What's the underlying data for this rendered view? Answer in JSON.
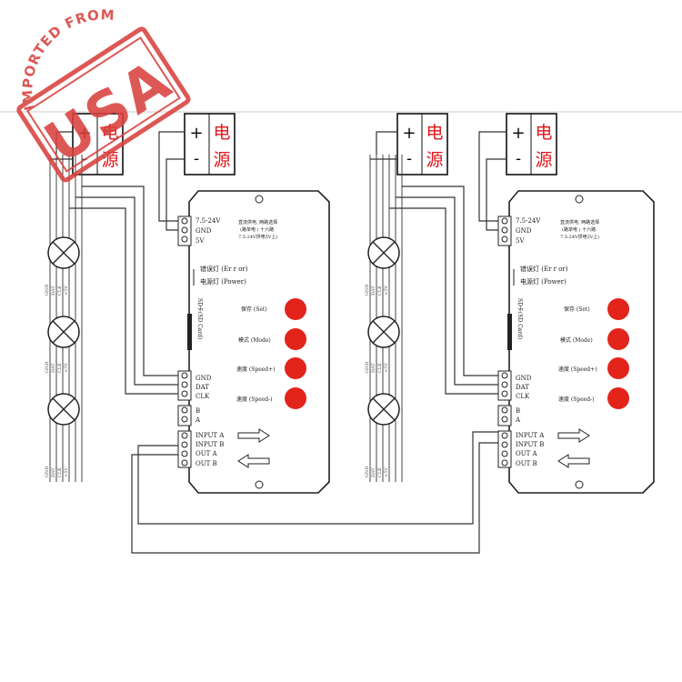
{
  "stamp": {
    "ring_text": "IMPORTED FROM",
    "big_text": "USA",
    "color": "#d9413e"
  },
  "power_block": {
    "plus": "+",
    "minus": "-",
    "label_top": "电",
    "label_bottom": "源",
    "label_color": "#e0141b"
  },
  "controller": {
    "power_in": [
      "7.5-24V",
      "GND",
      "5V"
    ],
    "note_line1": "直流供电, 两路选择",
    "note_line2": "(路单电 ( 十六路",
    "note_line3": "7.5-24V供电5V上)",
    "indicator_error": "错误灯 (Er r or)",
    "indicator_power": "电源灯 (Power)",
    "sd_label": "SD卡(SD Card)",
    "buttons": [
      "保存 (Set)",
      "模式 (Mode)",
      "速度 (Speed+)",
      "速度 (Speed-)"
    ],
    "button_color": "#e3241b",
    "output_terms": [
      "GND",
      "DAT",
      "CLK"
    ],
    "ab_terms": [
      "B",
      "A"
    ],
    "io_terms": [
      "INPUT A",
      "INPUT B",
      "OUT A",
      "OUT B"
    ]
  },
  "strip_wire_labels": [
    "GND",
    "DAT",
    "CLK",
    "+5V"
  ]
}
